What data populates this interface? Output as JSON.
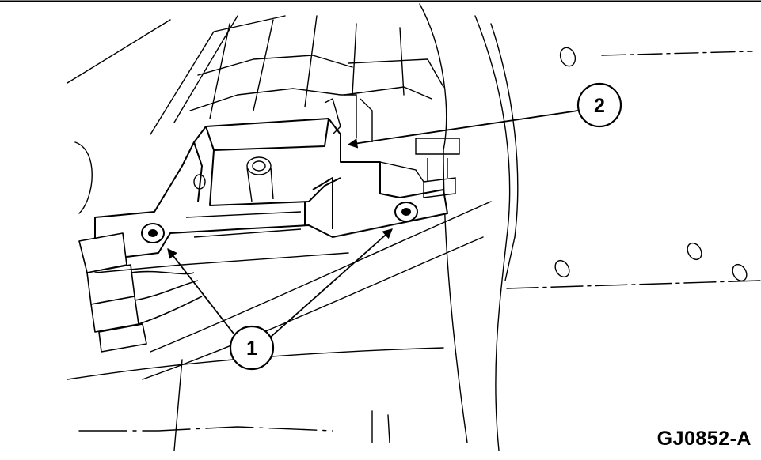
{
  "figure_id": "GJ0852-A",
  "callouts": [
    {
      "label": "1"
    },
    {
      "label": "2"
    }
  ]
}
